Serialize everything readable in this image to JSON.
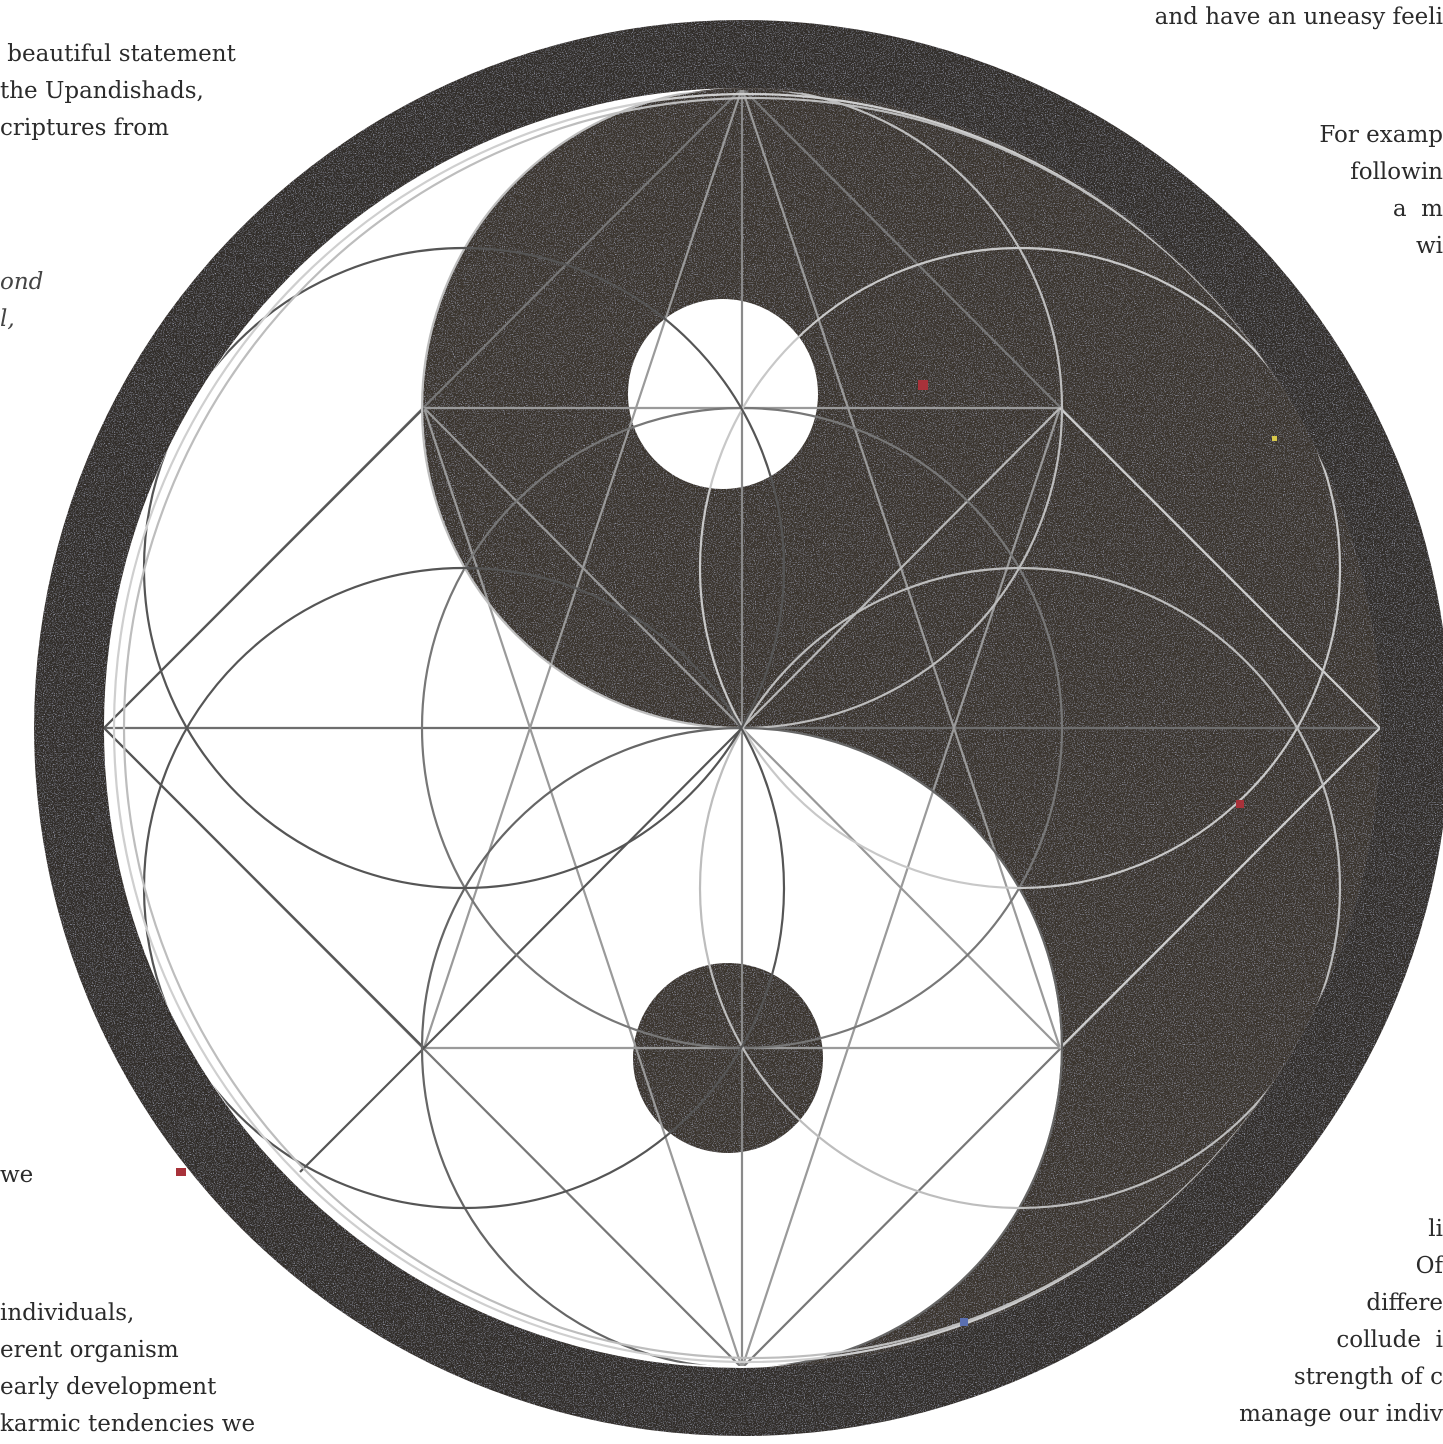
{
  "left_text": {
    "top_lines": [
      " beautiful statement",
      "the Upandishads,",
      "criptures from"
    ],
    "italic_lines": [
      "ond",
      "l,"
    ],
    "we_line": "we",
    "bottom_lines": [
      "individuals,",
      "erent organism",
      "early development",
      "karmic tendencies we"
    ]
  },
  "right_text": {
    "top_line": "and have an uneasy feeli",
    "top_lines": [
      "For examp",
      "followin",
      "a  m",
      "wi"
    ],
    "bottom_lines": [
      "li",
      "Of",
      "differe",
      "collude  i",
      "strength of c",
      "manage our indiv"
    ]
  },
  "colors": {
    "dark_stone": "#3a342f",
    "ring_stone": "#332d29",
    "line_light": "#d8d8d8",
    "line_dark": "#3c3c3c",
    "speckle_blue": "#8f9fc4",
    "speckle_red": "#a8323a"
  }
}
